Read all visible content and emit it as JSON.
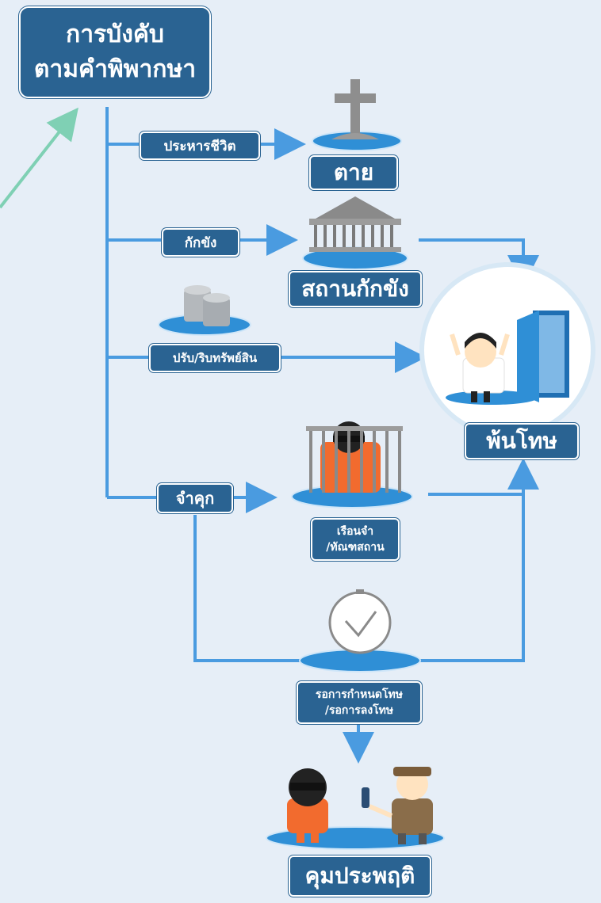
{
  "title": {
    "line1": "การบังคับ",
    "line2": "ตามคำพิพากษา"
  },
  "branches": {
    "execution": {
      "label": "ประหารชีวิต",
      "result": "ตาย"
    },
    "detention": {
      "label": "กักขัง",
      "result": "สถานกักขัง"
    },
    "fine": {
      "label": "ปรับ/ริบทรัพย์สิน"
    },
    "imprisonment": {
      "label": "จำคุก",
      "result_line1": "เรือนจำ",
      "result_line2": "/ทัณฑสถาน"
    },
    "suspended": {
      "result_line1": "รอการกำหนดโทษ",
      "result_line2": "/รอการลงโทษ"
    }
  },
  "release": {
    "label": "พ้นโทษ"
  },
  "probation": {
    "label": "คุมประพฤติ"
  },
  "colors": {
    "box": "#2a6392",
    "line": "#4a9be0",
    "background": "#e6eef7",
    "accent": "#7fd0b4"
  },
  "icons": [
    "cross-grave-icon",
    "house-cage-icon",
    "coins-icon",
    "released-person-icon",
    "open-door-icon",
    "prisoner-in-cell-icon",
    "clock-icon",
    "prisoner-icon",
    "officer-icon"
  ]
}
